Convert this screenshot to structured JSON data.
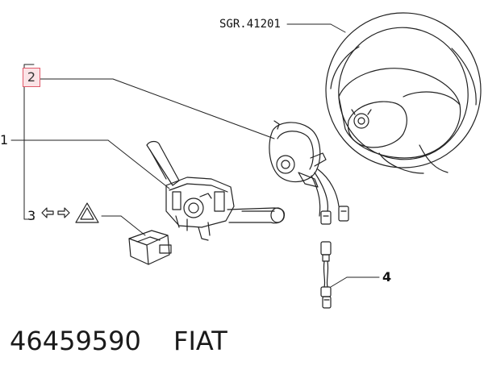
{
  "labels": {
    "part_ref": "SGR.41201",
    "callout_1": "1",
    "callout_2": "2",
    "callout_3": "3",
    "callout_4": "4"
  },
  "footer": {
    "part_number": "46459590",
    "brand": "FIAT"
  },
  "colors": {
    "highlight_fill": "#fbe3e6",
    "highlight_border": "#e05a6a",
    "line": "#222222"
  }
}
